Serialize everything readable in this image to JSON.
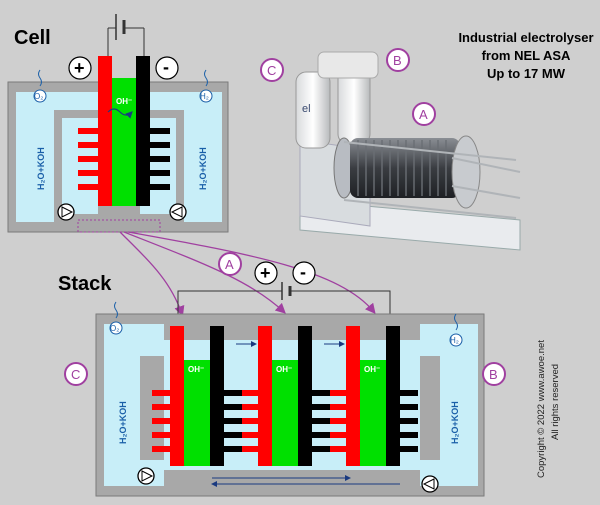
{
  "titles": {
    "cell": "Cell",
    "stack": "Stack"
  },
  "caption": {
    "line1": "Industrial electrolyser",
    "line2": "from NEL ASA",
    "line3": "Up to 17 MW"
  },
  "labels": {
    "electrolyte": "H₂O+KOH",
    "oxygen": "O₂",
    "hydrogen": "H₂",
    "hydroxide": "OH⁻",
    "plus": "+",
    "minus": "-",
    "a": "A",
    "b": "B",
    "c": "C"
  },
  "copyright": {
    "line1": "Copyright © 2022 www.awoe.net",
    "line2": "All rights reserved"
  },
  "colors": {
    "anode": "#ff0000",
    "cathode": "#000000",
    "membrane": "#00e000",
    "electrolyte": "#c8eef8",
    "vessel": "#a8a8a8",
    "accent": "#a040a0",
    "gas": "#1a5fa8"
  },
  "icons": [
    "pump-icon",
    "gas-bubble-icon",
    "battery-icon",
    "electrolyser-illustration"
  ]
}
